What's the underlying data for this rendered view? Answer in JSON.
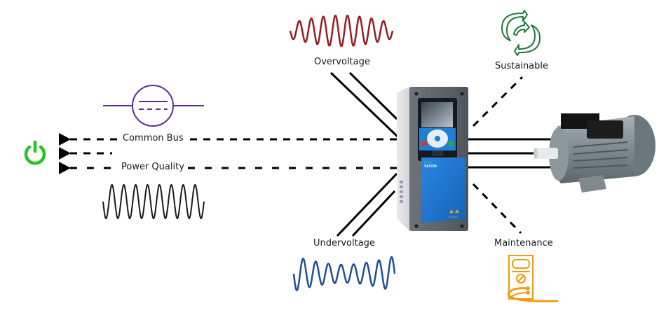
{
  "diagram": {
    "title": "Variable frequency drive system overview",
    "labels": {
      "common_bus": "Common Bus",
      "power_quality": "Power Quality",
      "overvoltage": "Overvoltage",
      "undervoltage": "Undervoltage",
      "sustainable": "Sustainable",
      "maintenance": "Maintenance"
    },
    "drive": {
      "brand": "VACON",
      "series": "FLOW",
      "warning": "DANGER"
    },
    "icons": {
      "power": "power-icon",
      "capacitor_bus": "dc-bus-symbol-icon",
      "recycle": "recycle-icon",
      "multimeter": "multimeter-icon",
      "motor": "electric-motor-icon",
      "drive": "vfd-drive-icon"
    },
    "colors": {
      "power": "#22c41e",
      "bus_symbol": "#5b2f91",
      "overvoltage_wave": "#9b1b1f",
      "undervoltage_wave": "#1f4e9c",
      "power_quality_wave": "#1a1a1a",
      "sustainable": "#1d7a3a",
      "maintenance": "#f39a12",
      "drive_blue": "#1e78d2"
    }
  }
}
